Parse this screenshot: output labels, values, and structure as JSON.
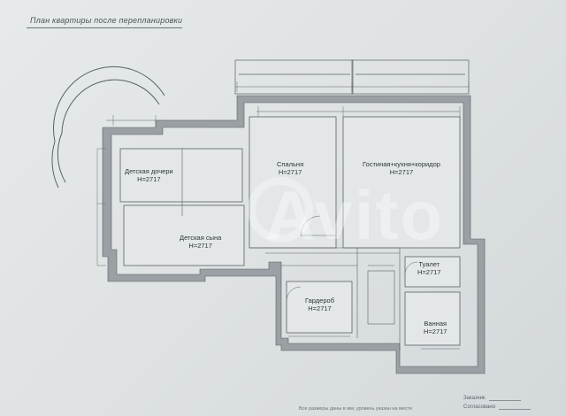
{
  "page": {
    "title": "План квартиры после перепланировки",
    "footer_note": "Все размеры даны в мм, уровень указан на месте"
  },
  "rooms": [
    {
      "id": "daughter",
      "name": "Детская дочери",
      "height": "H=2717"
    },
    {
      "id": "son",
      "name": "Детская сына",
      "height": "H=2717"
    },
    {
      "id": "bedroom",
      "name": "Спальня",
      "height": "H=2717"
    },
    {
      "id": "living",
      "name": "Гостиная+кухня+коридор",
      "height": "H=2717"
    },
    {
      "id": "toilet",
      "name": "Туалет",
      "height": "H=2717"
    },
    {
      "id": "wardrobe",
      "name": "Гардероб",
      "height": "H=2717"
    },
    {
      "id": "bathroom",
      "name": "Ванная",
      "height": "H=2717"
    }
  ],
  "signatures": {
    "approved": "Заказчик",
    "agreed": "Согласовано"
  },
  "watermark": {
    "text": "Avito",
    "color": "#ffffff"
  },
  "colors": {
    "wall": "#8e9497",
    "line": "#5a6064",
    "paper": "#e3e7e8"
  }
}
